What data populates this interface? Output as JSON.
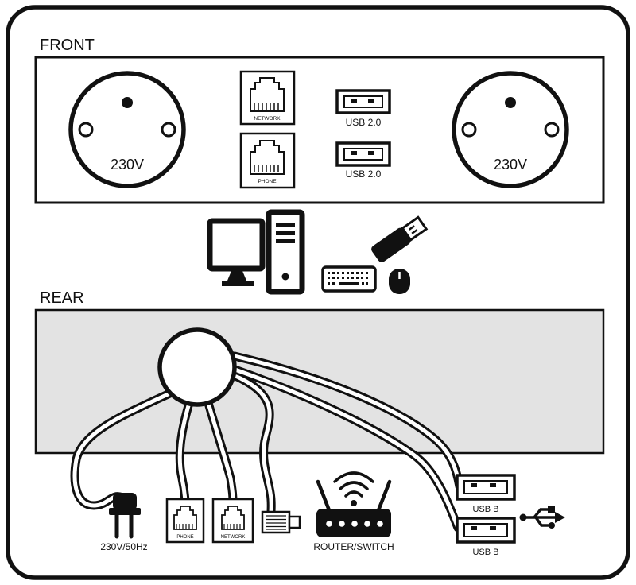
{
  "diagram": {
    "front": {
      "label": "FRONT",
      "socket_left": "230V",
      "socket_right": "230V",
      "network_jack": "NETWORK",
      "phone_jack": "PHONE",
      "usb_top": "USB 2.0",
      "usb_bottom": "USB 2.0"
    },
    "rear": {
      "label": "REAR"
    },
    "bottom": {
      "plug": "230V/50Hz",
      "phone_jack": "PHONE",
      "network_jack": "NETWORK",
      "router": "ROUTER/SWITCH",
      "usb_top": "USB B",
      "usb_bottom": "USB B"
    },
    "icons": [
      "power-socket-icon",
      "rj45-jack-icon",
      "usb-port-icon",
      "monitor-icon",
      "computer-tower-icon",
      "keyboard-icon",
      "mouse-icon",
      "usb-stick-icon",
      "cable-hub-icon",
      "power-plug-icon",
      "ethernet-connector-icon",
      "router-icon",
      "usb-symbol-icon"
    ],
    "colors": {
      "line": "#111111",
      "rear_panel_fill": "#e3e3e3",
      "background": "#ffffff"
    }
  }
}
